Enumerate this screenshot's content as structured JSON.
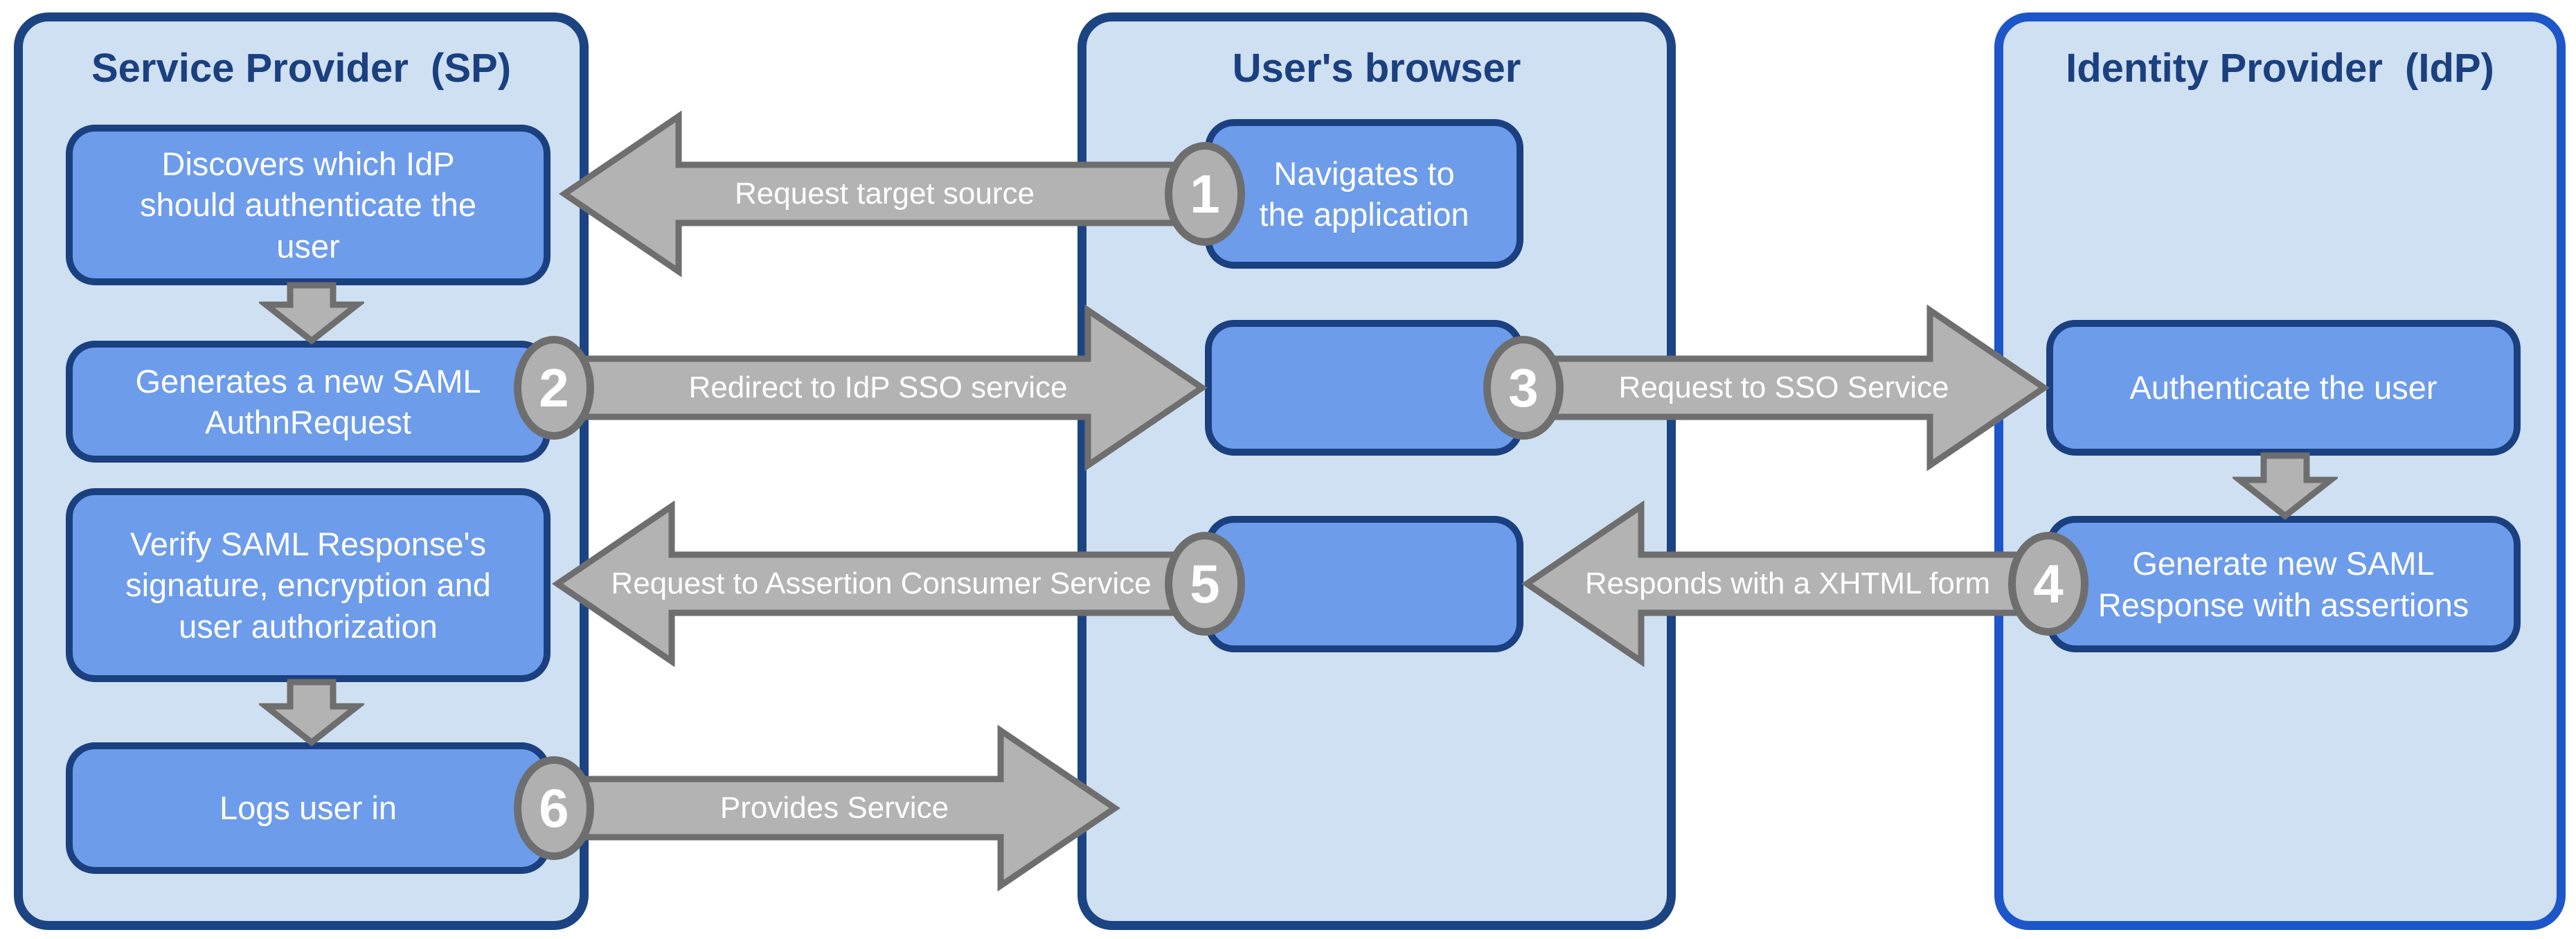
{
  "colors": {
    "background": "#ffffff",
    "lane_fill": "#cfe0f2",
    "lane_border": "#1c4483",
    "idp_lane_border": "#1d56c8",
    "lane_title_text": "#1b4080",
    "node_fill": "#6d9ceb",
    "node_border": "#1b4080",
    "node_text": "#ffffff",
    "arrow_fill": "#b3b3b3",
    "arrow_border": "#6e6e6e",
    "badge_fill": "#b0b0b0",
    "badge_border": "#6e6e6e",
    "badge_text": "#ffffff"
  },
  "lanes": [
    {
      "id": "sp",
      "title": "Service Provider  (SP)"
    },
    {
      "id": "browser",
      "title": "User's browser"
    },
    {
      "id": "idp",
      "title": "Identity Provider  (IdP)"
    }
  ],
  "boxes": {
    "sp_discover": {
      "lane": "sp",
      "text": "Discovers which IdP\nshould authenticate the\nuser"
    },
    "sp_generate": {
      "lane": "sp",
      "text": "Generates a new SAML\nAuthnRequest"
    },
    "sp_verify": {
      "lane": "sp",
      "text": "Verify SAML Response's\nsignature, encryption and\nuser authorization"
    },
    "sp_login": {
      "lane": "sp",
      "text": "Logs user in"
    },
    "browser_navigate": {
      "lane": "browser",
      "text": "Navigates to\nthe application"
    },
    "browser_relay1": {
      "lane": "browser",
      "text": ""
    },
    "browser_relay2": {
      "lane": "browser",
      "text": ""
    },
    "idp_authenticate": {
      "lane": "idp",
      "text": "Authenticate the user"
    },
    "idp_generate": {
      "lane": "idp",
      "text": "Generate new SAML\nResponse with assertions"
    }
  },
  "steps": [
    {
      "number": "1",
      "label": "Request target source",
      "from": "browser_navigate",
      "to": "sp_discover",
      "direction": "left"
    },
    {
      "number": "2",
      "label": "Redirect to IdP SSO service",
      "from": "sp_generate",
      "to": "browser_relay1",
      "direction": "right"
    },
    {
      "number": "3",
      "label": "Request to SSO Service",
      "from": "browser_relay1",
      "to": "idp_authenticate",
      "direction": "right"
    },
    {
      "number": "4",
      "label": "Responds with a XHTML form",
      "from": "idp_generate",
      "to": "browser_relay2",
      "direction": "left"
    },
    {
      "number": "5",
      "label": "Request to Assertion Consumer Service",
      "from": "browser_relay2",
      "to": "sp_verify",
      "direction": "left"
    },
    {
      "number": "6",
      "label": "Provides Service",
      "from": "sp_login",
      "to": "browser",
      "direction": "right"
    }
  ],
  "connectors": [
    {
      "from": "sp_discover",
      "to": "sp_generate",
      "direction": "down"
    },
    {
      "from": "sp_verify",
      "to": "sp_login",
      "direction": "down"
    },
    {
      "from": "idp_authenticate",
      "to": "idp_generate",
      "direction": "down"
    }
  ]
}
